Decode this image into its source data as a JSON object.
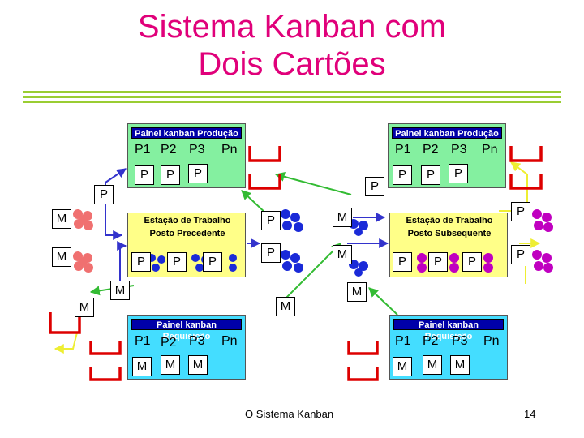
{
  "title": {
    "line1": "Sistema Kanban com",
    "line2": "Dois Cartões"
  },
  "panels": {
    "prod_left": {
      "header": "Painel kanban Produção",
      "cols": [
        "P1",
        "P2",
        "P3",
        "Pn"
      ],
      "cards": [
        "P",
        "P",
        "P"
      ]
    },
    "prod_right": {
      "header": "Painel kanban Produção",
      "cols": [
        "P1",
        "P2",
        "P3",
        "Pn"
      ],
      "cards": [
        "P",
        "P",
        "P"
      ]
    },
    "req_left": {
      "header": "Painel kanban Requisição",
      "cols": [
        "P1",
        "P2",
        "P3",
        "Pn"
      ],
      "cards": [
        "M",
        "M",
        "M"
      ]
    },
    "req_right": {
      "header": "Painel kanban Requisição",
      "cols": [
        "P1",
        "P2",
        "P3",
        "Pn"
      ],
      "cards": [
        "M",
        "M",
        "M"
      ]
    }
  },
  "stations": {
    "left": {
      "line1": "Estação de Trabalho",
      "line2": "Posto Precedente",
      "cards": [
        "P",
        "P",
        "P"
      ]
    },
    "right": {
      "line1": "Estação de Trabalho",
      "line2": "Posto Subsequente",
      "cards": [
        "P",
        "P",
        "P"
      ]
    }
  },
  "loose_cards": {
    "p_left": "P",
    "m_left1": "M",
    "m_left2": "M",
    "m_left3": "M",
    "m_left4": "M",
    "p_mid_top": "P",
    "p_mid1": "P",
    "p_mid2": "P",
    "m_mid1": "M",
    "m_mid2": "M",
    "m_mid3": "M",
    "m_mid4": "M",
    "p_right1": "P",
    "p_right2": "P"
  },
  "footer": {
    "caption": "O Sistema Kanban",
    "page": "14"
  },
  "colors": {
    "title": "#e0007a",
    "rule": "#9acd32",
    "header": "#0000a8",
    "arrow_blue": "#3333cc",
    "arrow_green": "#33bb33",
    "arrow_yellow": "#eeee33",
    "bin": "#dd0000",
    "part_blue": "#1a2ad8",
    "part_pink": "#f07070",
    "part_magenta": "#c000c0"
  }
}
